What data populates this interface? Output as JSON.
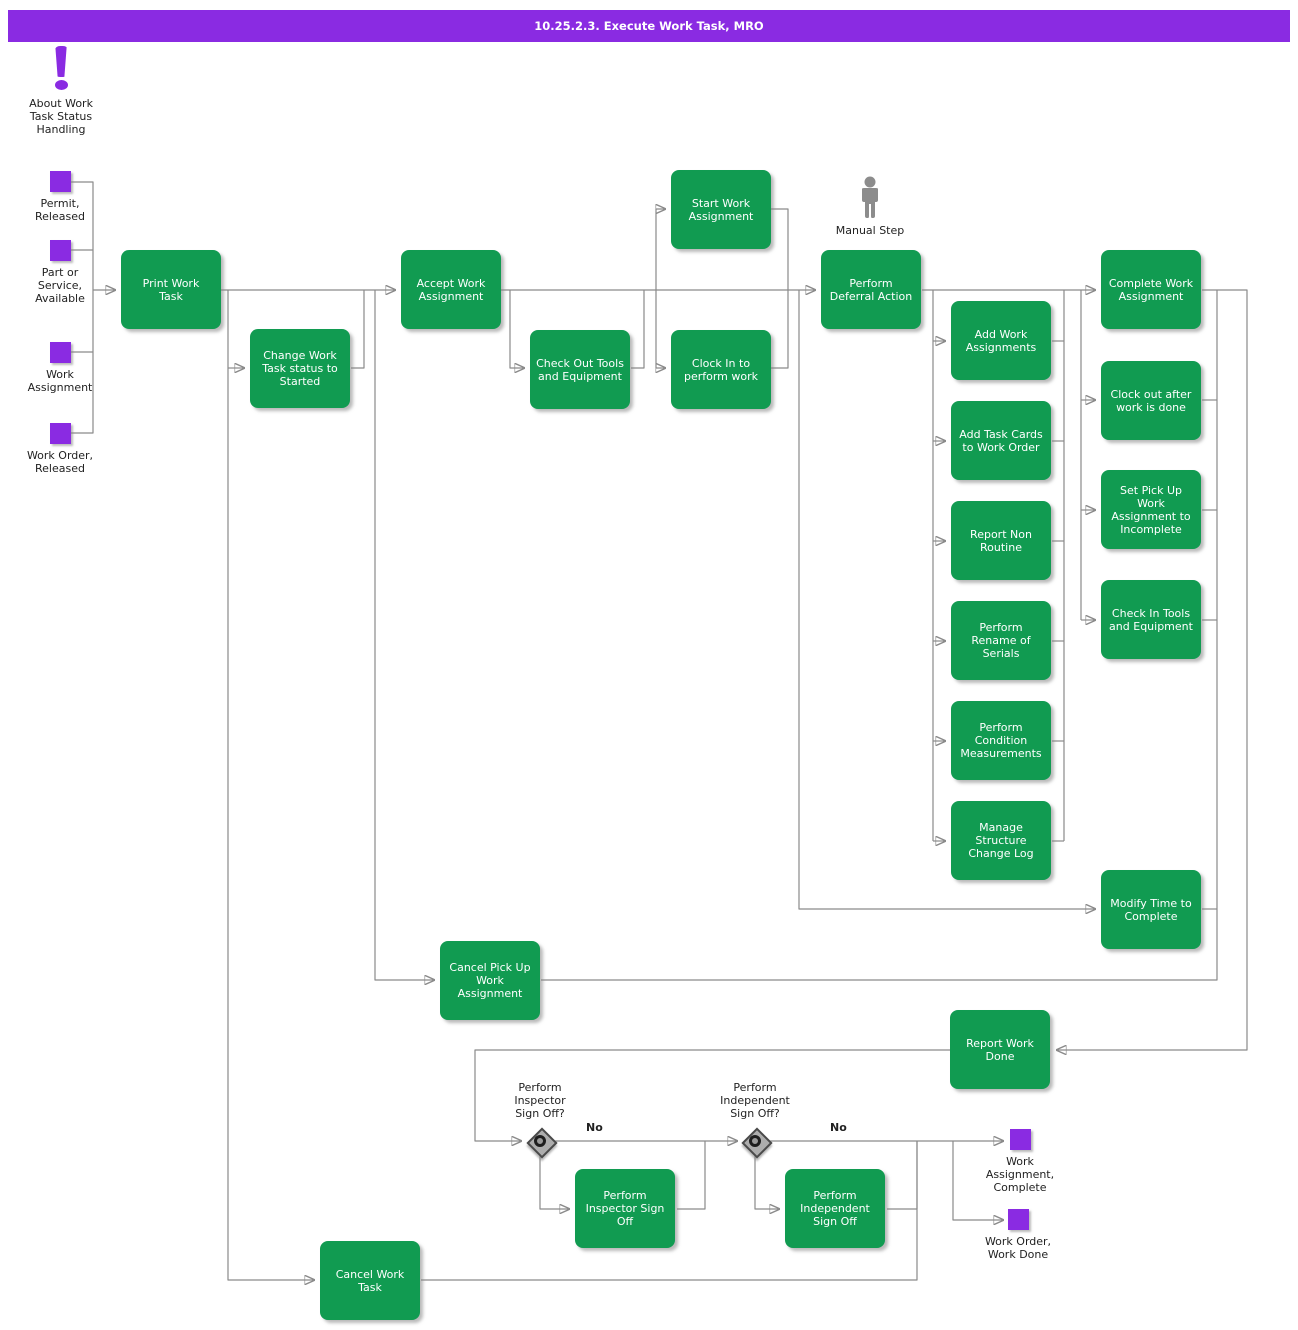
{
  "header": {
    "title": "10.25.2.3. Execute Work Task, MRO"
  },
  "note": {
    "label": "About Work\nTask Status\nHandling"
  },
  "start_events": [
    {
      "id": "permit-released",
      "label": "Permit,\nReleased"
    },
    {
      "id": "part-or-service-available",
      "label": "Part or\nService,\nAvailable"
    },
    {
      "id": "work-assignment",
      "label": "Work\nAssignment"
    },
    {
      "id": "work-order-released",
      "label": "Work Order,\nReleased"
    }
  ],
  "manual_step": {
    "label": "Manual Step"
  },
  "tasks": {
    "print_work_task": {
      "label": "Print Work\nTask"
    },
    "change_status_started": {
      "label": "Change Work\nTask status to\nStarted"
    },
    "accept_work_assignment": {
      "label": "Accept Work\nAssignment"
    },
    "check_out_tools": {
      "label": "Check Out Tools\nand Equipment"
    },
    "start_work_assignment": {
      "label": "Start Work\nAssignment"
    },
    "clock_in": {
      "label": "Clock In to\nperform work"
    },
    "perform_deferral_action": {
      "label": "Perform\nDeferral Action"
    },
    "add_work_assignments": {
      "label": "Add Work\nAssignments"
    },
    "add_task_cards": {
      "label": "Add Task Cards\nto Work Order"
    },
    "report_non_routine": {
      "label": "Report Non\nRoutine"
    },
    "perform_rename_serials": {
      "label": "Perform\nRename of\nSerials"
    },
    "perform_condition_measurements": {
      "label": "Perform\nCondition\nMeasurements"
    },
    "manage_structure_change_log": {
      "label": "Manage\nStructure\nChange Log"
    },
    "complete_work_assignment": {
      "label": "Complete Work\nAssignment"
    },
    "clock_out": {
      "label": "Clock out after\nwork is done"
    },
    "set_pickup_incomplete": {
      "label": "Set Pick Up\nWork\nAssignment to\nIncomplete"
    },
    "check_in_tools": {
      "label": "Check In Tools\nand Equipment"
    },
    "modify_time_to_complete": {
      "label": "Modify Time to\nComplete"
    },
    "cancel_pickup_work_assignment": {
      "label": "Cancel Pick Up\nWork\nAssignment"
    },
    "report_work_done": {
      "label": "Report Work\nDone"
    },
    "perform_inspector_sign_off": {
      "label": "Perform\nInspector Sign\nOff"
    },
    "perform_independent_sign_off": {
      "label": "Perform\nIndependent\nSign Off"
    },
    "cancel_work_task": {
      "label": "Cancel Work\nTask"
    }
  },
  "decisions": [
    {
      "question": "Perform\nInspector\nSign Off?",
      "no_label": "No"
    },
    {
      "question": "Perform\nIndependent\nSign Off?",
      "no_label": "No"
    }
  ],
  "end_events": [
    {
      "id": "work-assignment-complete",
      "label": "Work\nAssignment,\nComplete"
    },
    {
      "id": "work-order-work-done",
      "label": "Work Order,\nWork Done"
    }
  ],
  "colors": {
    "header_bg": "#8A2BE2",
    "header_text": "#FFFFFF",
    "task_fill": "#119B51",
    "event_fill": "#8A2BE2",
    "connector": "#8A8A8A",
    "label_text": "#222222",
    "gateway_fill": "#ADADAD",
    "manual_icon": "#8C8C8C"
  }
}
